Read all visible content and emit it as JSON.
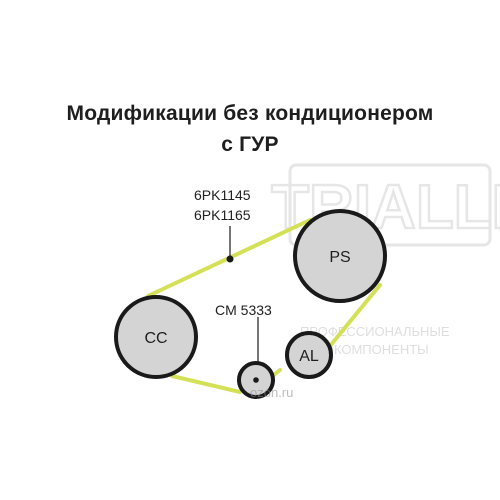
{
  "title": {
    "line1": "Модификации без кондиционером",
    "line2": "с ГУР"
  },
  "belt": {
    "labels": [
      "6PK1145",
      "6PK1165"
    ],
    "color": "#d4e157"
  },
  "tensioner": {
    "label": "CM 5333"
  },
  "pulleys": {
    "cc": "CC",
    "ps": "PS",
    "al": "AL"
  },
  "watermark": {
    "brand": "TRIALLI",
    "tagline": [
      "ПРОФЕССИОНАЛЬНЫЕ",
      "АВТОКОМПОНЕНТЫ"
    ],
    "site": "ozon.ru"
  },
  "colors": {
    "pulley_fill": "#d4d4d4",
    "pulley_stroke": "#1a1a1a",
    "belt": "#d4e157",
    "text": "#1e1e1e"
  }
}
